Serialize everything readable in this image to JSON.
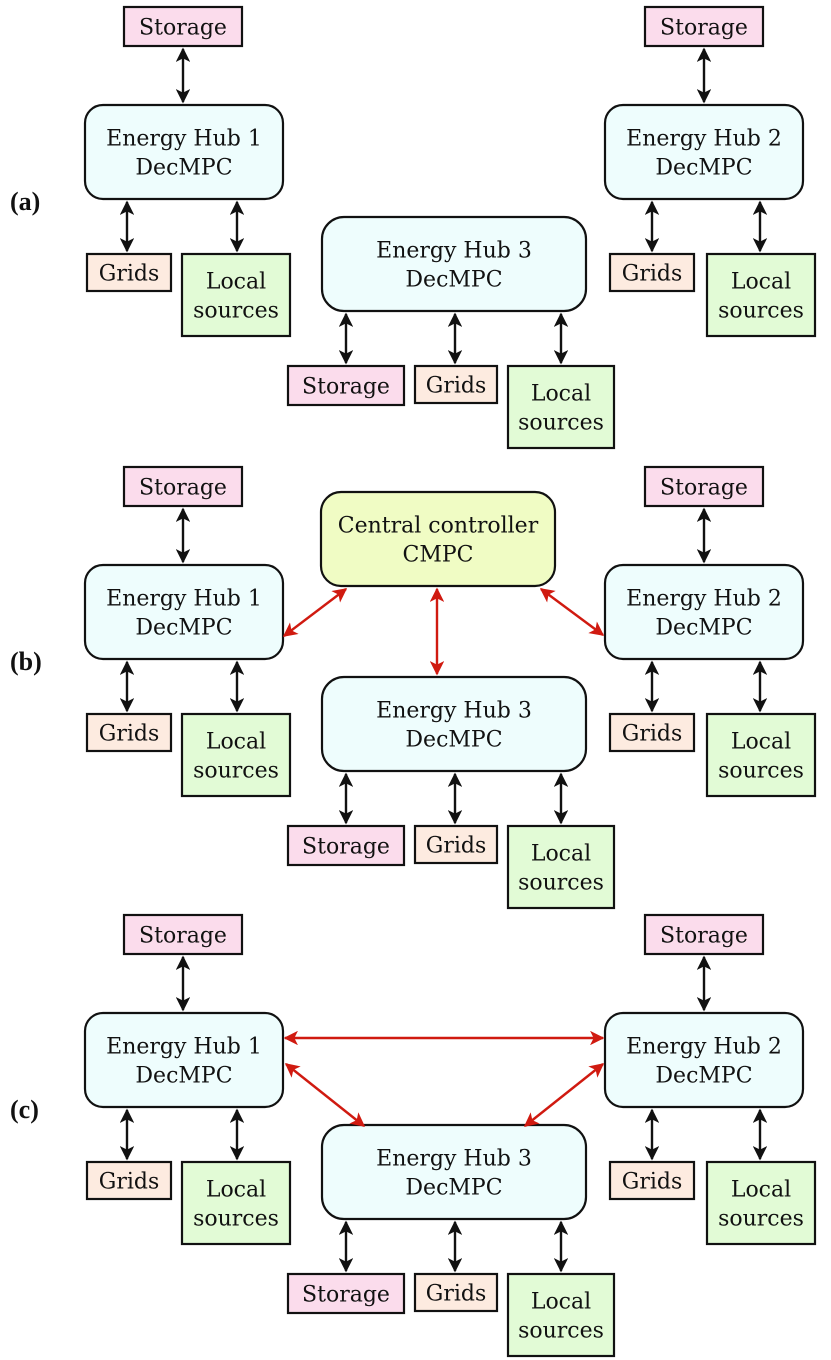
{
  "labels": {
    "storage": "Storage",
    "grids": "Grids",
    "local_sources": [
      "Local",
      "sources"
    ],
    "hub1": [
      "Energy Hub 1",
      "DecMPC"
    ],
    "hub2": [
      "Energy Hub 2",
      "DecMPC"
    ],
    "hub3": [
      "Energy Hub 3",
      "DecMPC"
    ],
    "central": [
      "Central controller",
      "CMPC"
    ]
  },
  "panels": [
    {
      "id": "a",
      "label": "(a)",
      "central_controller": false,
      "hub_links": []
    },
    {
      "id": "b",
      "label": "(b)",
      "central_controller": true,
      "hub_links": [
        [
          "central",
          "hub1"
        ],
        [
          "central",
          "hub2"
        ],
        [
          "central",
          "hub3"
        ]
      ]
    },
    {
      "id": "c",
      "label": "(c)",
      "central_controller": false,
      "hub_links": [
        [
          "hub1",
          "hub2"
        ],
        [
          "hub1",
          "hub3"
        ],
        [
          "hub2",
          "hub3"
        ]
      ]
    }
  ],
  "colors": {
    "hub_fill": "#eefdfd",
    "central_fill": "#f0fcc4",
    "storage_fill": "#fbdcec",
    "grids_fill": "#fdebe0",
    "local_fill": "#e2fbd6",
    "local_link": "#111111",
    "peer_link": "#d01a10"
  }
}
